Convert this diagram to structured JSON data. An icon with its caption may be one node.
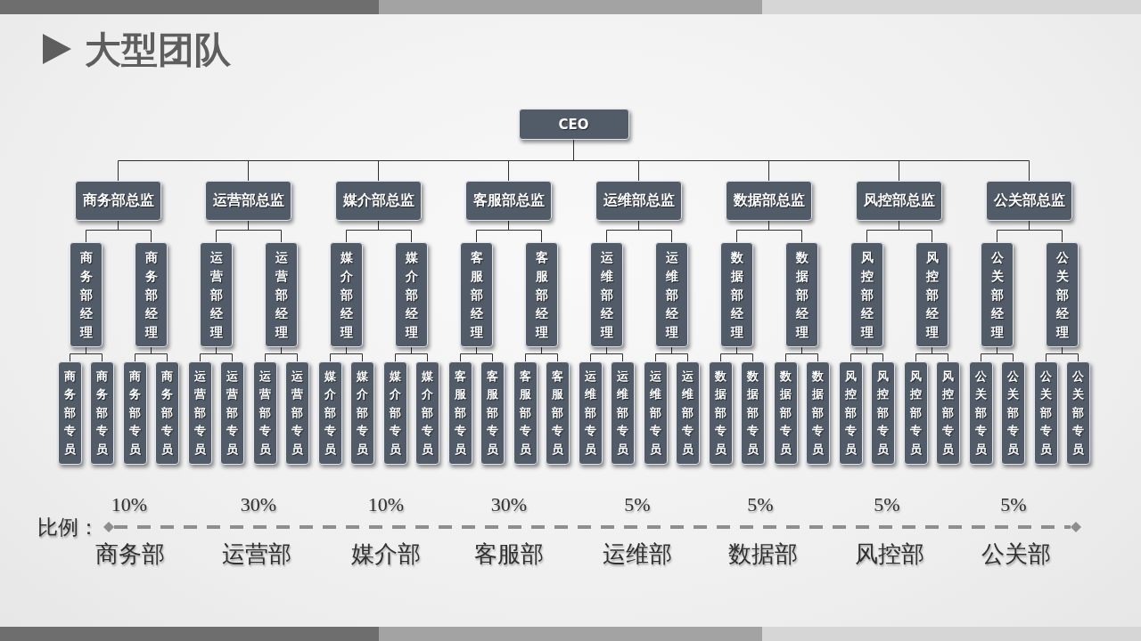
{
  "diagram": {
    "title": "大型团队",
    "nodes": [
      {
        "text": [
          "CEO"
        ]
      },
      {
        "text": [
          "商务部总监"
        ]
      },
      {
        "text": [
          "运营部总监"
        ]
      },
      {
        "text": [
          "媒介部总监"
        ]
      },
      {
        "text": [
          "客服部总监"
        ]
      },
      {
        "text": [
          "运维部总监"
        ]
      },
      {
        "text": [
          "数据部总监"
        ]
      },
      {
        "text": [
          "风控部总监"
        ]
      },
      {
        "text": [
          "公关部总监"
        ]
      },
      {
        "text": [
          "商务部经理"
        ]
      },
      {
        "text": [
          "商务部经理"
        ]
      },
      {
        "text": [
          "运营部经理"
        ]
      },
      {
        "text": [
          "运营部经理"
        ]
      },
      {
        "text": [
          "媒介部经理"
        ]
      },
      {
        "text": [
          "媒介部经理"
        ]
      },
      {
        "text": [
          "客服部经理"
        ]
      },
      {
        "text": [
          "客服部经理"
        ]
      },
      {
        "text": [
          "运维部经理"
        ]
      },
      {
        "text": [
          "运维部经理"
        ]
      },
      {
        "text": [
          "数据部经理"
        ]
      },
      {
        "text": [
          "数据部经理"
        ]
      },
      {
        "text": [
          "风控部经理"
        ]
      },
      {
        "text": [
          "风控部经理"
        ]
      },
      {
        "text": [
          "公关部经理"
        ]
      },
      {
        "text": [
          "公关部经理"
        ]
      },
      {
        "text": [
          "商务部专员"
        ]
      },
      {
        "text": [
          "商务部专员"
        ]
      },
      {
        "text": [
          "商务部专员"
        ]
      },
      {
        "text": [
          "商务部专员"
        ]
      },
      {
        "text": [
          "运营部专员"
        ]
      },
      {
        "text": [
          "运营部专员"
        ]
      },
      {
        "text": [
          "运营部专员"
        ]
      },
      {
        "text": [
          "运营部专员"
        ]
      },
      {
        "text": [
          "媒介部专员"
        ]
      },
      {
        "text": [
          "媒介部专员"
        ]
      },
      {
        "text": [
          "媒介部专员"
        ]
      },
      {
        "text": [
          "媒介部专员"
        ]
      },
      {
        "text": [
          "客服部专员"
        ]
      },
      {
        "text": [
          "客服部专员"
        ]
      },
      {
        "text": [
          "客服部专员"
        ]
      },
      {
        "text": [
          "客服部专员"
        ]
      },
      {
        "text": [
          "运维部专员"
        ]
      },
      {
        "text": [
          "运维部专员"
        ]
      },
      {
        "text": [
          "运维部专员"
        ]
      },
      {
        "text": [
          "运维部专员"
        ]
      },
      {
        "text": [
          "数据部专员"
        ]
      },
      {
        "text": [
          "数据部专员"
        ]
      },
      {
        "text": [
          "数据部专员"
        ]
      },
      {
        "text": [
          "数据部专员"
        ]
      },
      {
        "text": [
          "风控部专员"
        ]
      },
      {
        "text": [
          "风控部专员"
        ]
      },
      {
        "text": [
          "风控部专员"
        ]
      },
      {
        "text": [
          "风控部专员"
        ]
      },
      {
        "text": [
          "公关部专员"
        ]
      },
      {
        "text": [
          "公关部专员"
        ]
      },
      {
        "text": [
          "公关部专员"
        ]
      },
      {
        "text": [
          "公关部专员"
        ]
      }
    ],
    "edges": [
      {
        "from": 0,
        "to": 1,
        "arrow": "none"
      },
      {
        "from": 0,
        "to": 2,
        "arrow": "none"
      },
      {
        "from": 0,
        "to": 3,
        "arrow": "none"
      },
      {
        "from": 0,
        "to": 4,
        "arrow": "none"
      },
      {
        "from": 0,
        "to": 5,
        "arrow": "none"
      },
      {
        "from": 0,
        "to": 6,
        "arrow": "none"
      },
      {
        "from": 0,
        "to": 7,
        "arrow": "none"
      },
      {
        "from": 0,
        "to": 8,
        "arrow": "none"
      },
      {
        "from": 1,
        "to": 9,
        "arrow": "none"
      },
      {
        "from": 1,
        "to": 10,
        "arrow": "none"
      },
      {
        "from": 2,
        "to": 11,
        "arrow": "none"
      },
      {
        "from": 2,
        "to": 12,
        "arrow": "none"
      },
      {
        "from": 3,
        "to": 13,
        "arrow": "none"
      },
      {
        "from": 3,
        "to": 14,
        "arrow": "none"
      },
      {
        "from": 4,
        "to": 15,
        "arrow": "none"
      },
      {
        "from": 4,
        "to": 16,
        "arrow": "none"
      },
      {
        "from": 5,
        "to": 17,
        "arrow": "none"
      },
      {
        "from": 5,
        "to": 18,
        "arrow": "none"
      },
      {
        "from": 6,
        "to": 19,
        "arrow": "none"
      },
      {
        "from": 6,
        "to": 20,
        "arrow": "none"
      },
      {
        "from": 7,
        "to": 21,
        "arrow": "none"
      },
      {
        "from": 7,
        "to": 22,
        "arrow": "none"
      },
      {
        "from": 8,
        "to": 23,
        "arrow": "none"
      },
      {
        "from": 8,
        "to": 24,
        "arrow": "none"
      },
      {
        "from": 9,
        "to": 25,
        "arrow": "none"
      },
      {
        "from": 9,
        "to": 26,
        "arrow": "none"
      },
      {
        "from": 10,
        "to": 27,
        "arrow": "none"
      },
      {
        "from": 10,
        "to": 28,
        "arrow": "none"
      },
      {
        "from": 11,
        "to": 29,
        "arrow": "none"
      },
      {
        "from": 11,
        "to": 30,
        "arrow": "none"
      },
      {
        "from": 12,
        "to": 31,
        "arrow": "none"
      },
      {
        "from": 12,
        "to": 32,
        "arrow": "none"
      },
      {
        "from": 13,
        "to": 33,
        "arrow": "none"
      },
      {
        "from": 13,
        "to": 34,
        "arrow": "none"
      },
      {
        "from": 14,
        "to": 35,
        "arrow": "none"
      },
      {
        "from": 14,
        "to": 36,
        "arrow": "none"
      },
      {
        "from": 15,
        "to": 37,
        "arrow": "none"
      },
      {
        "from": 15,
        "to": 38,
        "arrow": "none"
      },
      {
        "from": 16,
        "to": 39,
        "arrow": "none"
      },
      {
        "from": 16,
        "to": 40,
        "arrow": "none"
      },
      {
        "from": 17,
        "to": 41,
        "arrow": "none"
      },
      {
        "from": 17,
        "to": 42,
        "arrow": "none"
      },
      {
        "from": 18,
        "to": 43,
        "arrow": "none"
      },
      {
        "from": 18,
        "to": 44,
        "arrow": "none"
      },
      {
        "from": 19,
        "to": 45,
        "arrow": "none"
      },
      {
        "from": 19,
        "to": 46,
        "arrow": "none"
      },
      {
        "from": 20,
        "to": 47,
        "arrow": "none"
      },
      {
        "from": 20,
        "to": 48,
        "arrow": "none"
      },
      {
        "from": 21,
        "to": 49,
        "arrow": "none"
      },
      {
        "from": 21,
        "to": 50,
        "arrow": "none"
      },
      {
        "from": 22,
        "to": 51,
        "arrow": "none"
      },
      {
        "from": 22,
        "to": 52,
        "arrow": "none"
      },
      {
        "from": 23,
        "to": 53,
        "arrow": "none"
      },
      {
        "from": 23,
        "to": 54,
        "arrow": "none"
      },
      {
        "from": 24,
        "to": 55,
        "arrow": "none"
      },
      {
        "from": 24,
        "to": 56,
        "arrow": "none"
      }
    ],
    "labels": [
      "10%",
      "30%",
      "10%",
      "30%",
      "5%",
      "5%",
      "5%",
      "5%",
      "比例：",
      "商务部",
      "运营部",
      "媒介部",
      "客服部",
      "运维部",
      "数据部",
      "风控部",
      "公关部"
    ]
  }
}
